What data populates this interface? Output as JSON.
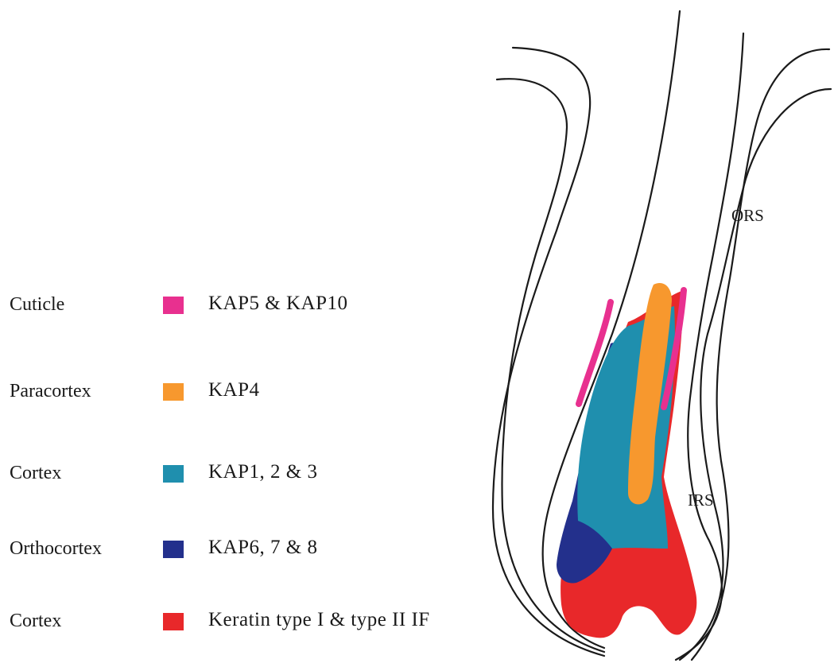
{
  "legend": [
    {
      "region": "Cuticle",
      "protein": "KAP5 & KAP10",
      "color": "#e8308f"
    },
    {
      "region": "Paracortex",
      "protein": "KAP4",
      "color": "#f7982e"
    },
    {
      "region": "Cortex",
      "protein": "KAP1, 2 & 3",
      "color": "#1f8fae"
    },
    {
      "region": "Orthocortex",
      "protein": "KAP6, 7 & 8",
      "color": "#23308c"
    },
    {
      "region": "Cortex",
      "protein": "Keratin type I & type II IF",
      "color": "#e8282a"
    }
  ],
  "labels": {
    "ors": "ORS",
    "irs": "IRS"
  }
}
